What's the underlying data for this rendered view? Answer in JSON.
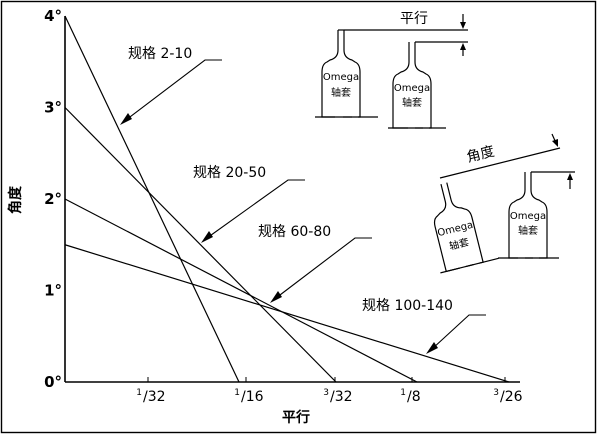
{
  "chart_data": {
    "type": "line",
    "xlabel": "平行",
    "ylabel": "角度",
    "xlim": [
      0,
      0.12
    ],
    "ylim": [
      0,
      4
    ],
    "yticks": [
      {
        "value": 0,
        "label": "0°"
      },
      {
        "value": 1,
        "label": "1°"
      },
      {
        "value": 2,
        "label": "2°"
      },
      {
        "value": 3,
        "label": "3°"
      },
      {
        "value": 4,
        "label": "4°"
      }
    ],
    "xticks": [
      {
        "value": 0.03125,
        "num": "1",
        "den": "32"
      },
      {
        "value": 0.0625,
        "num": "1",
        "den": "16"
      },
      {
        "value": 0.09375,
        "num": "3",
        "den": "32"
      },
      {
        "value": 0.125,
        "num": "1",
        "den": "8"
      },
      {
        "value": 0.1154,
        "num": "3",
        "den": "26"
      }
    ],
    "series": [
      {
        "name": "规格 2-10",
        "x": [
          0,
          0.0625
        ],
        "y": [
          4,
          0
        ]
      },
      {
        "name": "规格 20-50",
        "x": [
          0,
          0.09375
        ],
        "y": [
          3,
          0
        ]
      },
      {
        "name": "规格 60-80",
        "x": [
          0,
          0.125
        ],
        "y": [
          2,
          0
        ]
      },
      {
        "name": "规格 100-140",
        "x": [
          0,
          0.1154
        ],
        "y": [
          1.5,
          0
        ]
      }
    ]
  },
  "diagram": {
    "parallel_title": "平行",
    "angle_title": "角度",
    "brand": "Omega",
    "part": "轴套"
  }
}
